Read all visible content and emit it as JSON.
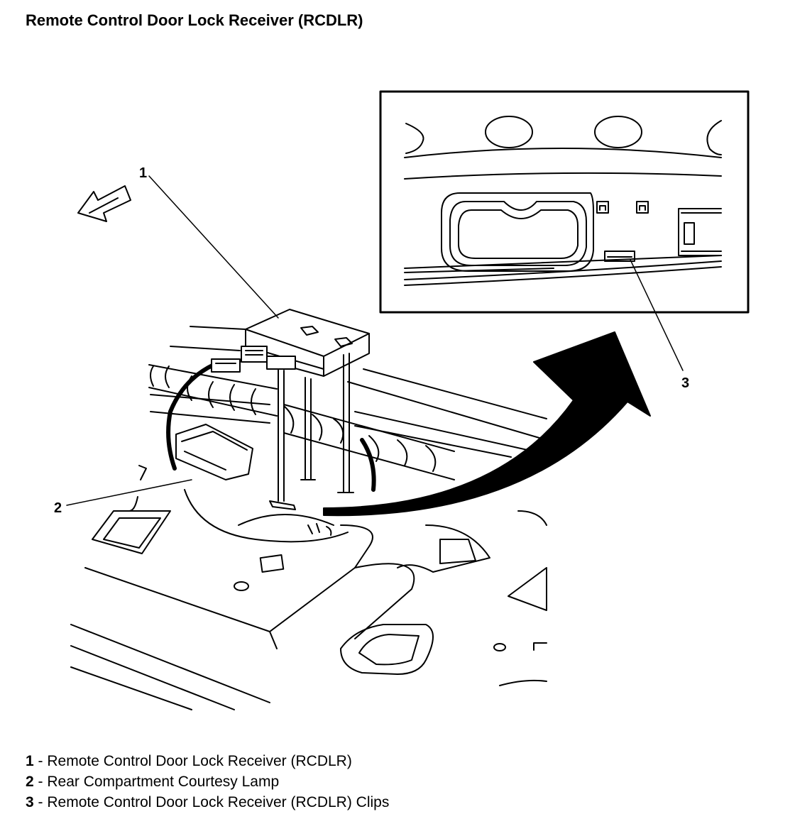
{
  "title": "Remote Control Door Lock Receiver (RCDLR)",
  "callouts": [
    "1",
    "2",
    "3"
  ],
  "legend": [
    {
      "num": "1",
      "sep": " - ",
      "text": "Remote Control Door Lock Receiver (RCDLR)"
    },
    {
      "num": "2",
      "sep": " - ",
      "text": "Rear Compartment Courtesy Lamp"
    },
    {
      "num": "3",
      "sep": " - ",
      "text": "Remote Control Door Lock Receiver (RCDLR) Clips"
    }
  ]
}
